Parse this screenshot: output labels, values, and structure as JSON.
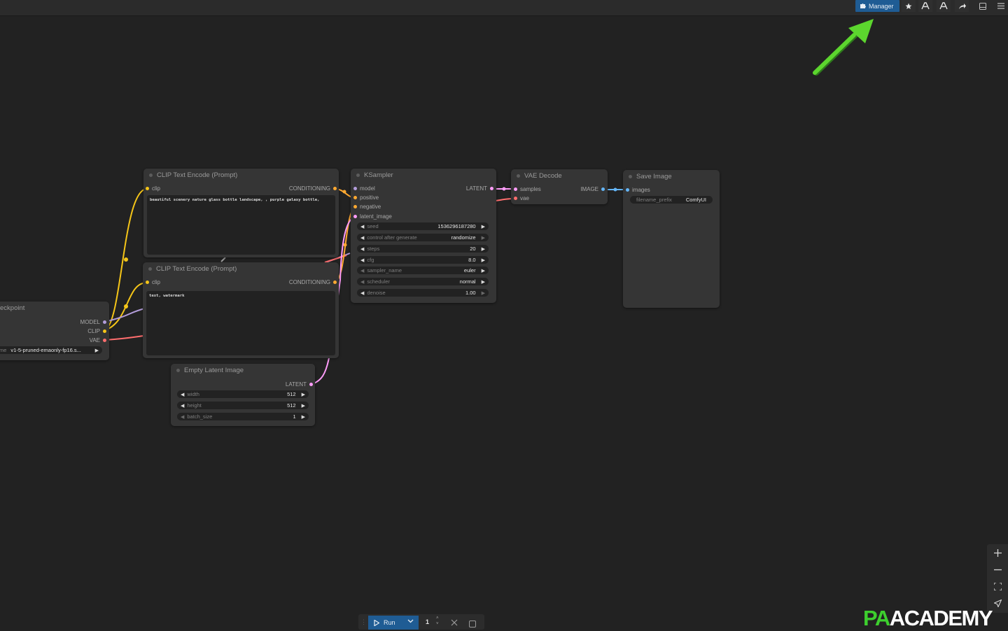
{
  "topbar": {
    "manager_label": "Manager",
    "icons": [
      "puzzle-icon",
      "star-icon",
      "person-a-icon",
      "person-b-icon",
      "share-icon",
      "panel-icon",
      "menu-icon"
    ]
  },
  "nodes": {
    "clip_text_encode_1": {
      "title": "CLIP Text Encode (Prompt)",
      "input_clip": "clip",
      "output": "CONDITIONING",
      "text": "beautiful scenery nature glass bottle landscape, , purple galaxy bottle,"
    },
    "clip_text_encode_2": {
      "title": "CLIP Text Encode (Prompt)",
      "input_clip": "clip",
      "output": "CONDITIONING",
      "text": "text, watermark"
    },
    "checkpoint": {
      "title": "eckpoint",
      "outputs": [
        "MODEL",
        "CLIP",
        "VAE"
      ],
      "widget_label": "me",
      "widget_value": "v1-5-pruned-emaonly-fp16.s..."
    },
    "ksampler": {
      "title": "KSampler",
      "inputs": [
        "model",
        "positive",
        "negative",
        "latent_image"
      ],
      "output": "LATENT",
      "widgets": [
        {
          "label": "seed",
          "value": "1536296187280"
        },
        {
          "label": "control after generate",
          "value": "randomize"
        },
        {
          "label": "steps",
          "value": "20"
        },
        {
          "label": "cfg",
          "value": "8.0"
        },
        {
          "label": "sampler_name",
          "value": "euler"
        },
        {
          "label": "scheduler",
          "value": "normal"
        },
        {
          "label": "denoise",
          "value": "1.00"
        }
      ]
    },
    "vae_decode": {
      "title": "VAE Decode",
      "inputs": [
        "samples",
        "vae"
      ],
      "output": "IMAGE"
    },
    "save_image": {
      "title": "Save Image",
      "input": "images",
      "widget_label": "filename_prefix",
      "widget_value": "ComfyUI"
    },
    "empty_latent": {
      "title": "Empty Latent Image",
      "output": "LATENT",
      "widgets": [
        {
          "label": "width",
          "value": "512"
        },
        {
          "label": "height",
          "value": "512"
        },
        {
          "label": "batch_size",
          "value": "1"
        }
      ]
    }
  },
  "runbar": {
    "run_label": "Run",
    "queue_count": "1"
  },
  "brand": {
    "part1": "PA",
    "part2": "ACADEMY"
  },
  "colors": {
    "clip": "#f5c518",
    "model": "#b39ddb",
    "vae": "#ff6e6e",
    "latent": "#ff9cf9",
    "conditioning": "#ffa931",
    "image": "#64b5f6",
    "accent": "#1f5c94",
    "arrow": "#5cd62e"
  }
}
